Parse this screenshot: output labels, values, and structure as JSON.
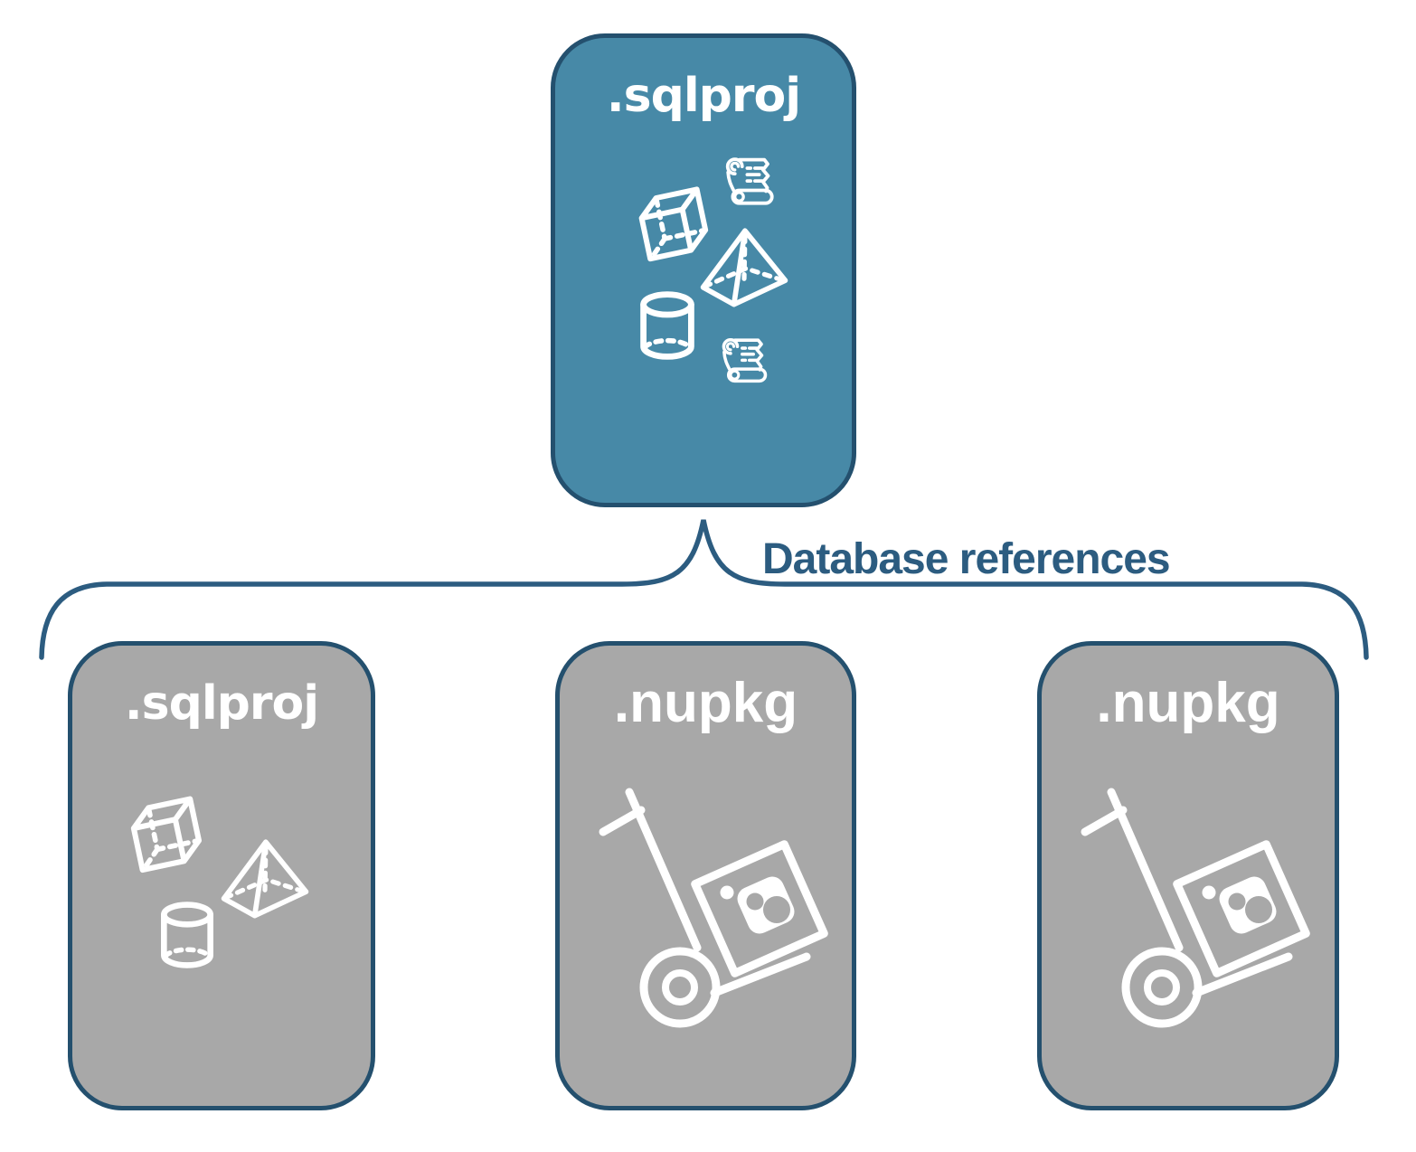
{
  "diagram": {
    "root_card": {
      "title": ".sqlproj",
      "icons": [
        "cube-icon",
        "script-scroll-icon",
        "pyramid-icon",
        "database-cylinder-icon",
        "script-scroll-icon"
      ]
    },
    "connector": {
      "label": "Database references",
      "shape": "upward-curly-brace"
    },
    "child_cards": [
      {
        "title": ".sqlproj",
        "icons": [
          "cube-icon",
          "pyramid-icon",
          "database-cylinder-icon"
        ]
      },
      {
        "title": ".nupkg",
        "icons": [
          "package-handtruck-icon"
        ]
      },
      {
        "title": ".nupkg",
        "icons": [
          "package-handtruck-icon"
        ]
      }
    ],
    "colors": {
      "root_card_fill": "#4789A7",
      "child_card_fill": "#A8A8A8",
      "card_border": "#24506E",
      "brace_stroke": "#2C5C80",
      "label_text": "#2C5C80",
      "icon_stroke": "#FFFFFF",
      "background": "#FFFFFF"
    }
  }
}
